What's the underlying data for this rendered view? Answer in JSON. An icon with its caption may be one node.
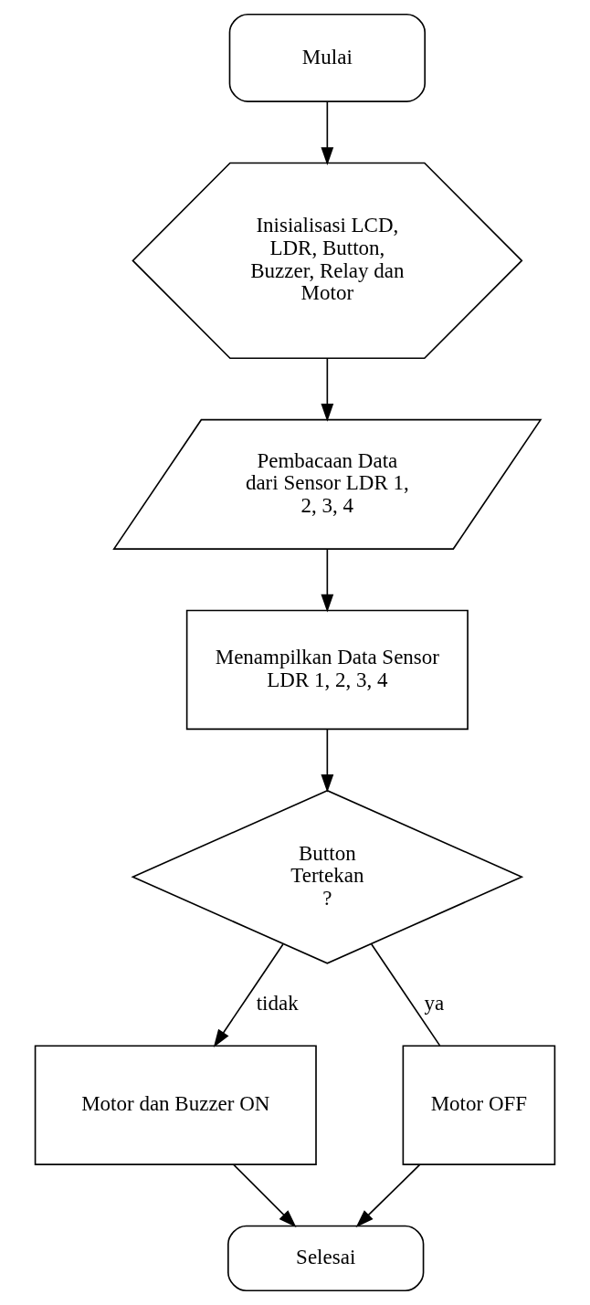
{
  "diagram": {
    "nodes": [
      {
        "text": [
          "Mulai"
        ]
      },
      {
        "text": [
          "Inisialisasi LCD, LDR, Button, Buzzer, Relay dan Motor"
        ]
      },
      {
        "text": [
          "Pembacaan Data dari Sensor LDR 1, 2, 3, 4"
        ]
      },
      {
        "text": [
          "Menampilkan Data Sensor LDR 1, 2, 3, 4"
        ]
      },
      {
        "text": [
          "Button Tertekan ?"
        ]
      },
      {
        "text": [
          "Motor dan Buzzer ON"
        ]
      },
      {
        "text": [
          "Motor OFF"
        ]
      },
      {
        "text": [
          "Selesai"
        ]
      }
    ],
    "edges": [
      {
        "from": 0,
        "to": 1,
        "arrow": "to"
      },
      {
        "from": 1,
        "to": 2,
        "arrow": "to"
      },
      {
        "from": 2,
        "to": 3,
        "arrow": "to"
      },
      {
        "from": 3,
        "to": 4,
        "arrow": "to"
      },
      {
        "from": 4,
        "to": 6,
        "arrow": "none",
        "label": "ya"
      },
      {
        "from": 4,
        "to": 5,
        "arrow": "to",
        "label": "tidak"
      },
      {
        "from": 5,
        "to": 7,
        "arrow": "to"
      },
      {
        "from": 6,
        "to": 7,
        "arrow": "to"
      }
    ]
  }
}
